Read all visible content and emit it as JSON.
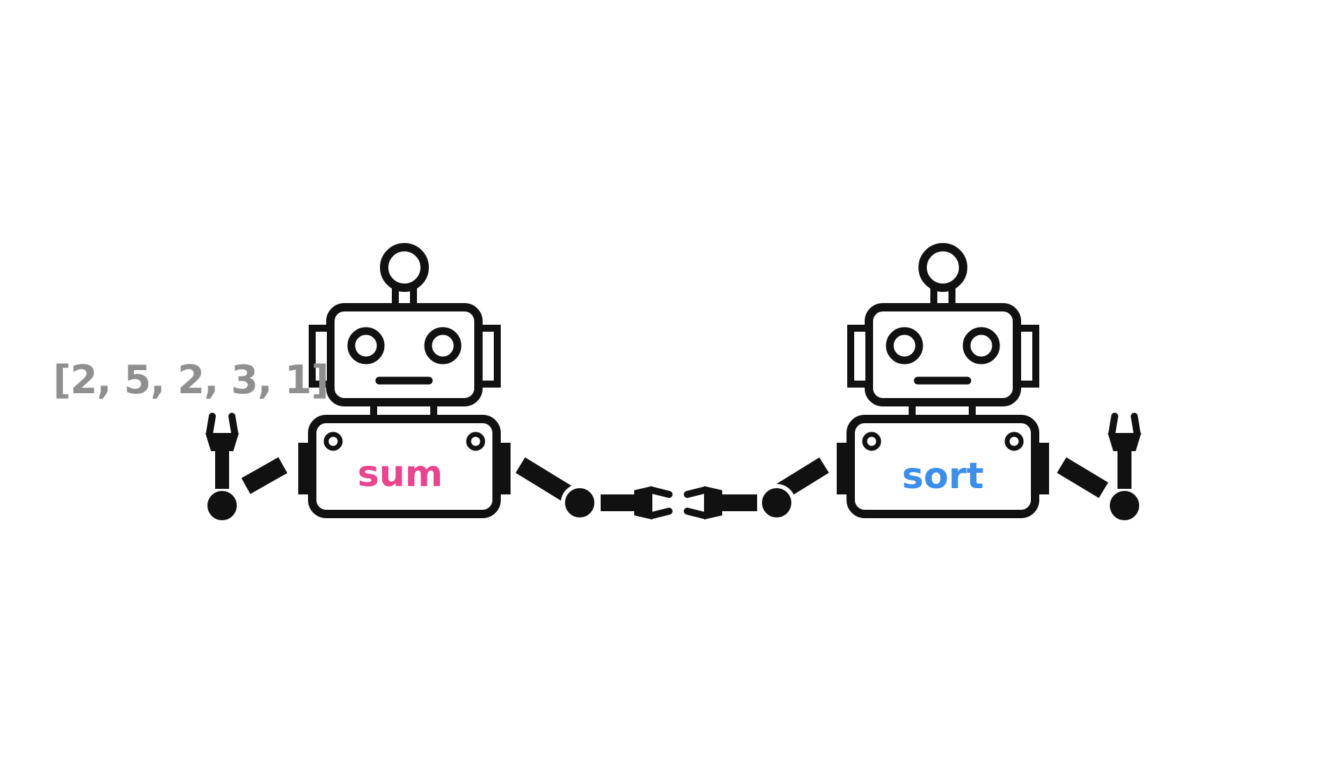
{
  "input_array": "[2, 5, 2, 3, 1]",
  "robots": [
    {
      "label": "sum",
      "label_color": "#e8458e"
    },
    {
      "label": "sort",
      "label_color": "#3d8ee8"
    }
  ],
  "stroke_color": "#111111",
  "input_color": "#8f8f8f"
}
